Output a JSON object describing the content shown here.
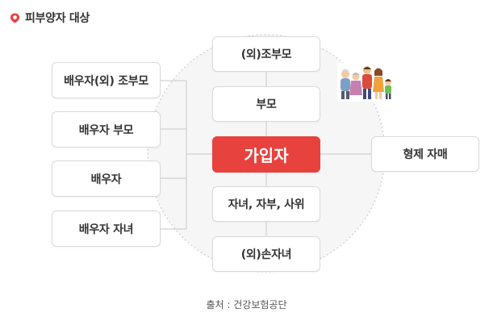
{
  "heading": {
    "title": "피부양자 대상"
  },
  "diagram": {
    "center": "가입자",
    "up_chain": [
      "(외)조부모",
      "부모"
    ],
    "down_chain": [
      "자녀, 자부, 사위",
      "(외)손자녀"
    ],
    "spouse_side": [
      "배우자(외) 조부모",
      "배우자 부모",
      "배우자",
      "배우자 자녀"
    ],
    "sibling": "형제 자매"
  },
  "source": "출처 : 건강보험공단",
  "colors": {
    "accent": "#e8423f",
    "box_border": "#d9d9d9",
    "line": "#c8c8c8",
    "circle": "#cfcfcf"
  },
  "icons": {
    "heading": "location-pin-icon",
    "family": "family-illustration"
  }
}
